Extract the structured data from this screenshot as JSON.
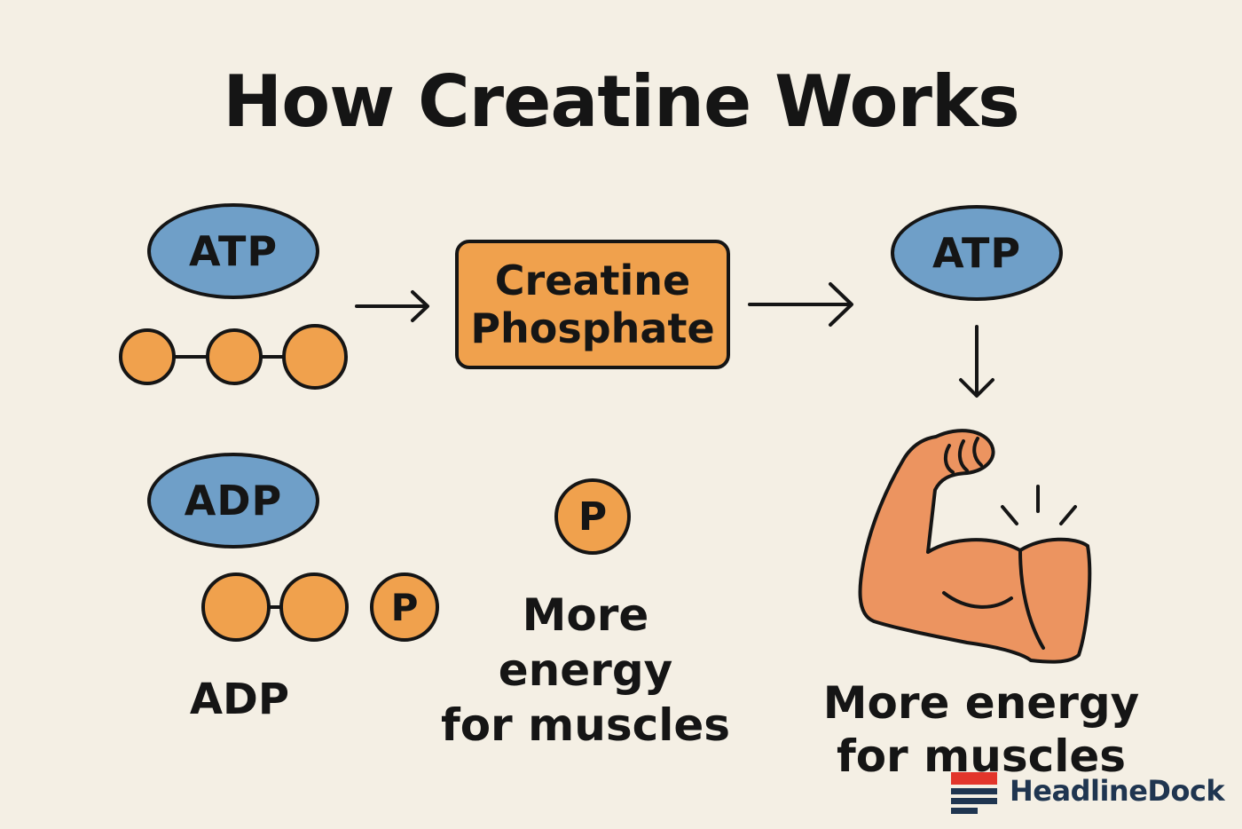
{
  "title": "How Creatine Works",
  "nodes": {
    "atp_left": "ATP",
    "creatine_phosphate": [
      "Creatine",
      "Phosphate"
    ],
    "atp_right": "ATP",
    "adp_oval": "ADP",
    "adp_caption": "ADP"
  },
  "phosphate_symbol": "P",
  "captions": {
    "center": [
      "More",
      "energy",
      "for muscles"
    ],
    "right": [
      "More energy",
      "for muscles"
    ]
  },
  "brand": {
    "name": "HeadlineDock",
    "colors": {
      "red": "#e2352b",
      "navy": "#1f3550"
    }
  },
  "colors": {
    "background": "#f4efe4",
    "blue": "#6f9fc8",
    "orange": "#f0a14d",
    "muscle": "#ec9460",
    "outline": "#151515"
  }
}
